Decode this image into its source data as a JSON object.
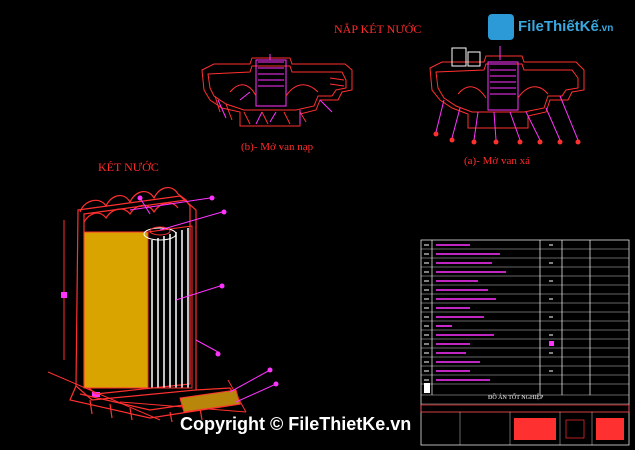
{
  "titles": {
    "cap_title": "NẮP KÉT NƯỚC",
    "radiator_title": "KÉT NƯỚC",
    "caption_b": "(b)- Mở van nạp",
    "caption_a": "(a)- Mở van xả"
  },
  "logo": {
    "text": "FileThiếtKế",
    "suffix": ".vn"
  },
  "watermark": {
    "text": "Copyright © FileThietKe.vn"
  },
  "bom": {
    "footer_title": "ĐỒ ÁN TỐT NGHIỆP"
  },
  "colors": {
    "background": "#000000",
    "title_red": "#ff2a2a",
    "line_red": "#ff3030",
    "magenta": "#ff33ff",
    "core_fill": "#d9a400",
    "frame_white": "#ffffff",
    "logo_blue": "#39a8e0"
  }
}
